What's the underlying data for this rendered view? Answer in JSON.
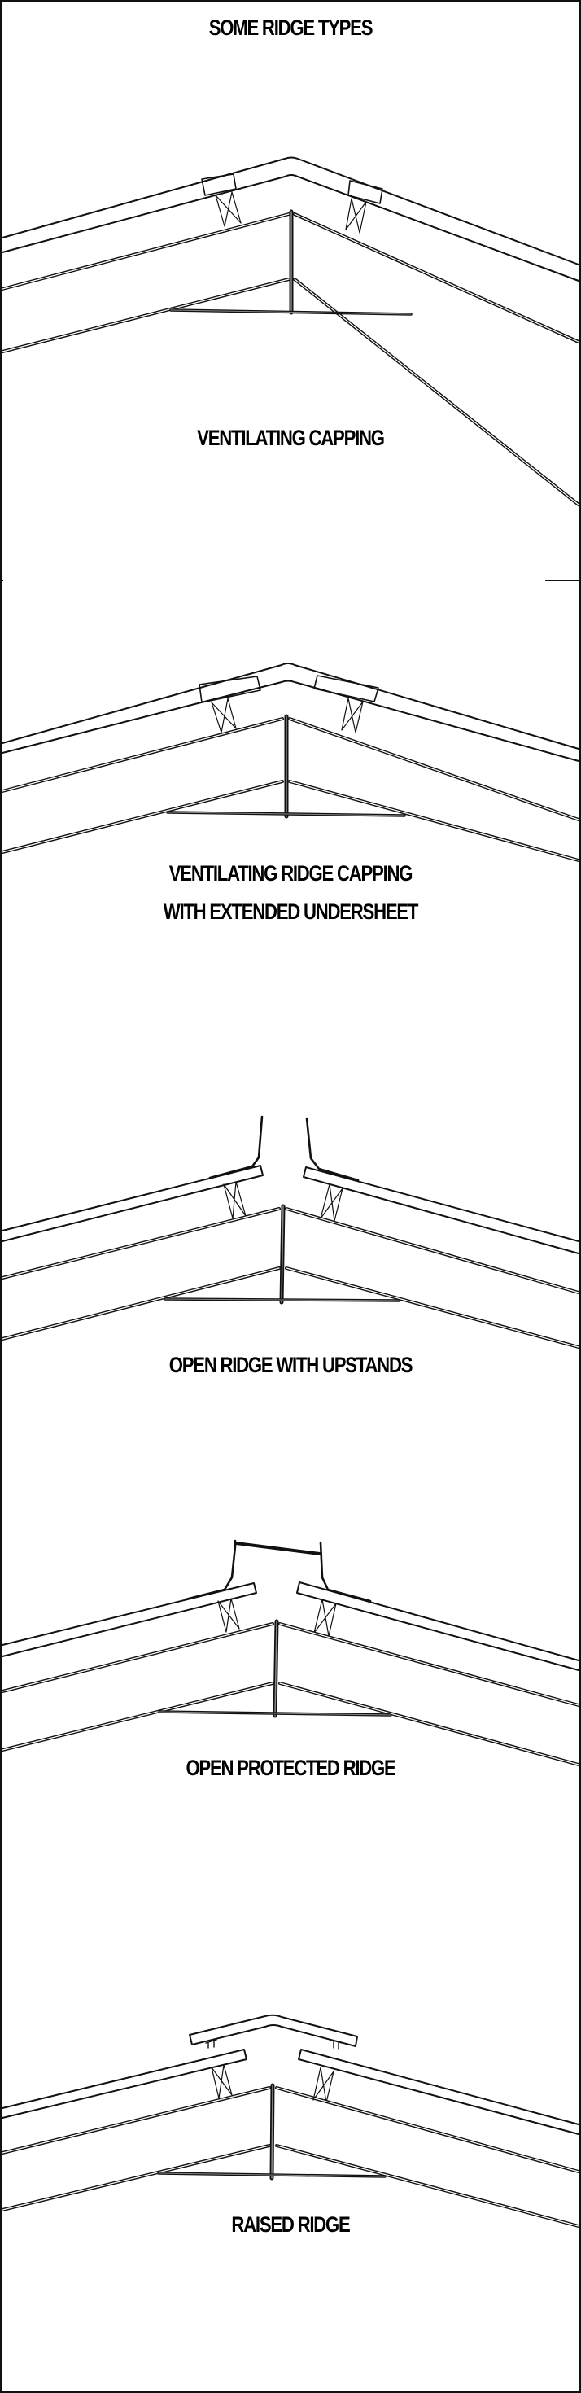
{
  "page": {
    "title": "SOME RIDGE TYPES",
    "line_color": "#111111",
    "background": "#ffffff"
  },
  "diagrams": [
    {
      "label": "VENTILATING CAPPING"
    },
    {
      "label_line1": "VENTILATING RIDGE CAPPING",
      "label_line2": "WITH EXTENDED UNDERSHEET"
    },
    {
      "label": "OPEN RIDGE WITH UPSTANDS"
    },
    {
      "label": "OPEN PROTECTED RIDGE"
    },
    {
      "label": "RAISED RIDGE"
    }
  ]
}
